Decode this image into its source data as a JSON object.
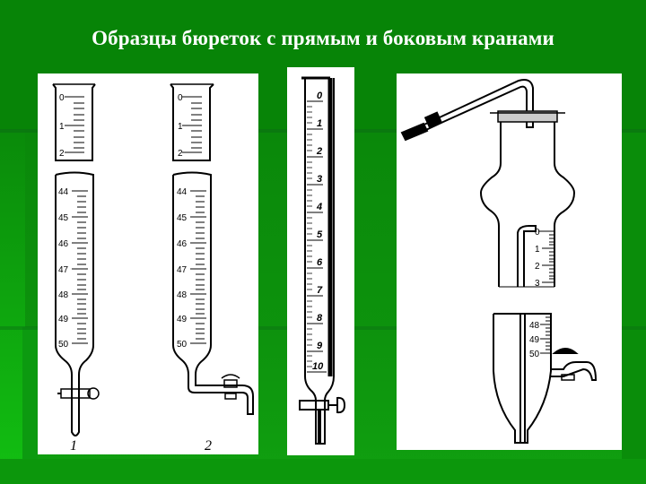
{
  "slide": {
    "title": "Образцы бюреток с прямым и боковым кранами",
    "colors": {
      "background": "#0a8a0a",
      "title_text": "#ffffff",
      "panel": "#ffffff",
      "ink": "#000000"
    }
  },
  "figures": {
    "panel1": {
      "burette1": {
        "top_scale": [
          "0",
          "1",
          "2"
        ],
        "bottom_scale": [
          "44",
          "45",
          "46",
          "47",
          "48",
          "49",
          "50"
        ],
        "caption": "1",
        "stopcock": "straight"
      },
      "burette2": {
        "top_scale": [
          "0",
          "1",
          "2"
        ],
        "bottom_scale": [
          "44",
          "45",
          "46",
          "47",
          "48",
          "49",
          "50"
        ],
        "caption": "2",
        "stopcock": "side"
      }
    },
    "panel2": {
      "scale": [
        "0",
        "1",
        "2",
        "3",
        "4",
        "5",
        "6",
        "7",
        "8",
        "9",
        "10"
      ]
    },
    "panel3": {
      "top_scale": [
        "0",
        "1",
        "2",
        "3"
      ],
      "bottom_scale": [
        "48",
        "49",
        "50"
      ]
    }
  }
}
